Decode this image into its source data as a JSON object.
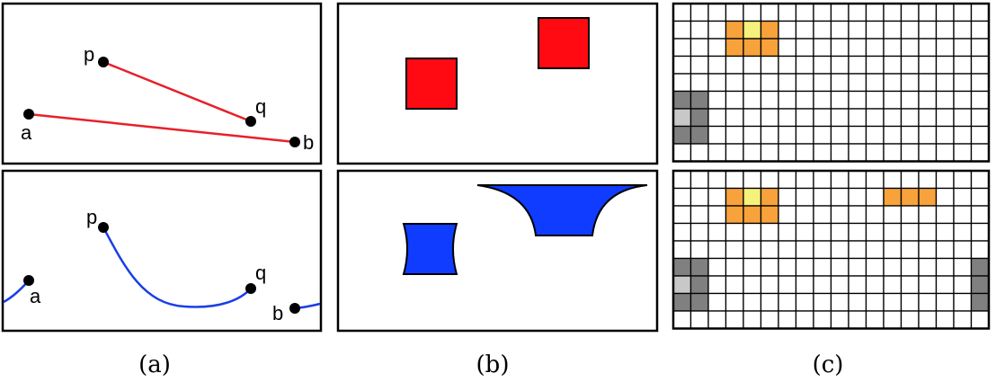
{
  "captions": {
    "a": "(a)",
    "b": "(b)",
    "c": "(c)"
  },
  "panel_a": {
    "top": {
      "labels": {
        "p": "p",
        "q": "q",
        "a": "a",
        "b": "b"
      }
    },
    "bottom": {
      "labels": {
        "p": "p",
        "q": "q",
        "a": "a",
        "b": "b"
      }
    }
  },
  "grid": {
    "cols": 18,
    "rows": 9
  },
  "colors": {
    "segment_red": "#e8202a",
    "curve_blue": "#1a3ee6",
    "square_red": "#ff0a12",
    "shape_blue": "#0f3cff",
    "cell_orange": "#f7a23b",
    "cell_yellow": "#f5f17a",
    "cell_gray_dark": "#808080",
    "cell_gray_light": "#c8c8c8"
  }
}
